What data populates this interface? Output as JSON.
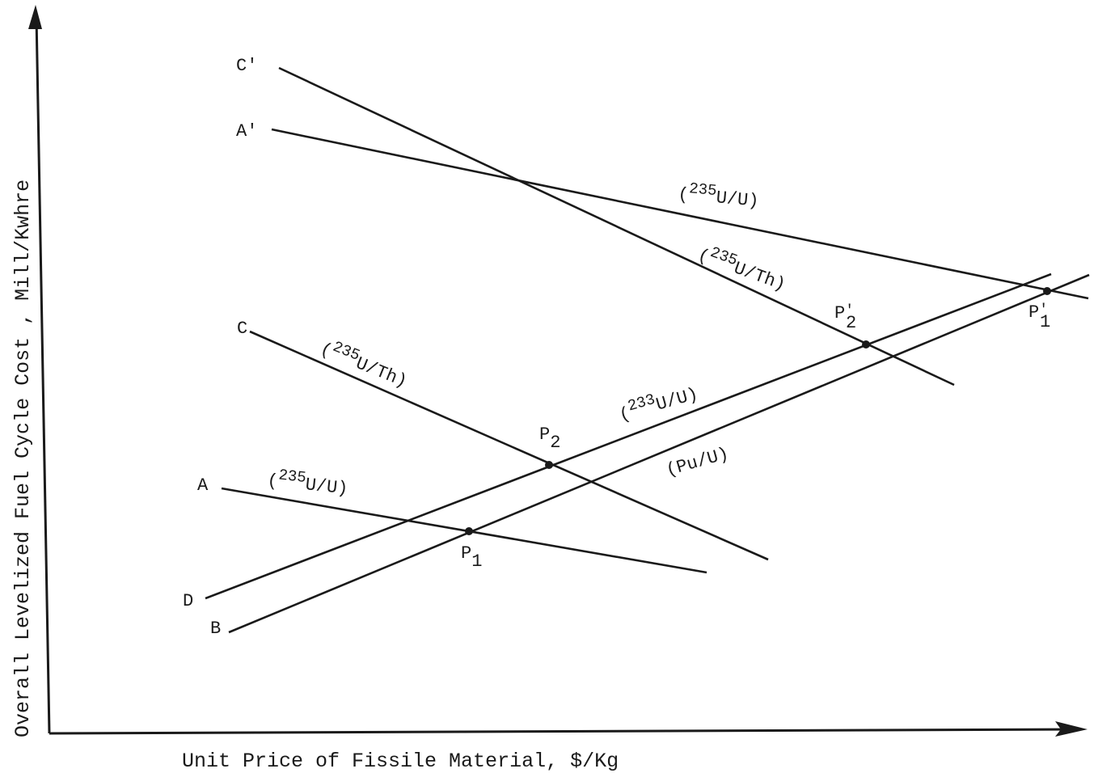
{
  "chart_data": {
    "type": "line",
    "xlabel": "Unit Price of Fissile Material, $/Kg",
    "ylabel": "Overall Levelized Fuel Cycle Cost , Mill/Kwhre",
    "x_ticks": [],
    "y_ticks": [],
    "grid": false,
    "series": [
      {
        "name": "C'",
        "tag": "235",
        "label": "U/Th",
        "style": "falling"
      },
      {
        "name": "A'",
        "tag": "235",
        "label": "U/U",
        "style": "falling"
      },
      {
        "name": "C",
        "tag": "235",
        "label": "U/Th",
        "style": "falling"
      },
      {
        "name": "A",
        "tag": "235",
        "label": "U/U",
        "style": "falling"
      },
      {
        "name": "D",
        "tag": "233",
        "label": "U/U",
        "style": "rising"
      },
      {
        "name": "B",
        "tag": "",
        "label": "Pu/U",
        "style": "rising"
      }
    ],
    "points": [
      {
        "main": "P",
        "sub": "1",
        "prime": ""
      },
      {
        "main": "P",
        "sub": "2",
        "prime": ""
      },
      {
        "main": "P",
        "sub": "2",
        "prime": "'"
      },
      {
        "main": "P",
        "sub": "1",
        "prime": "'"
      }
    ]
  }
}
